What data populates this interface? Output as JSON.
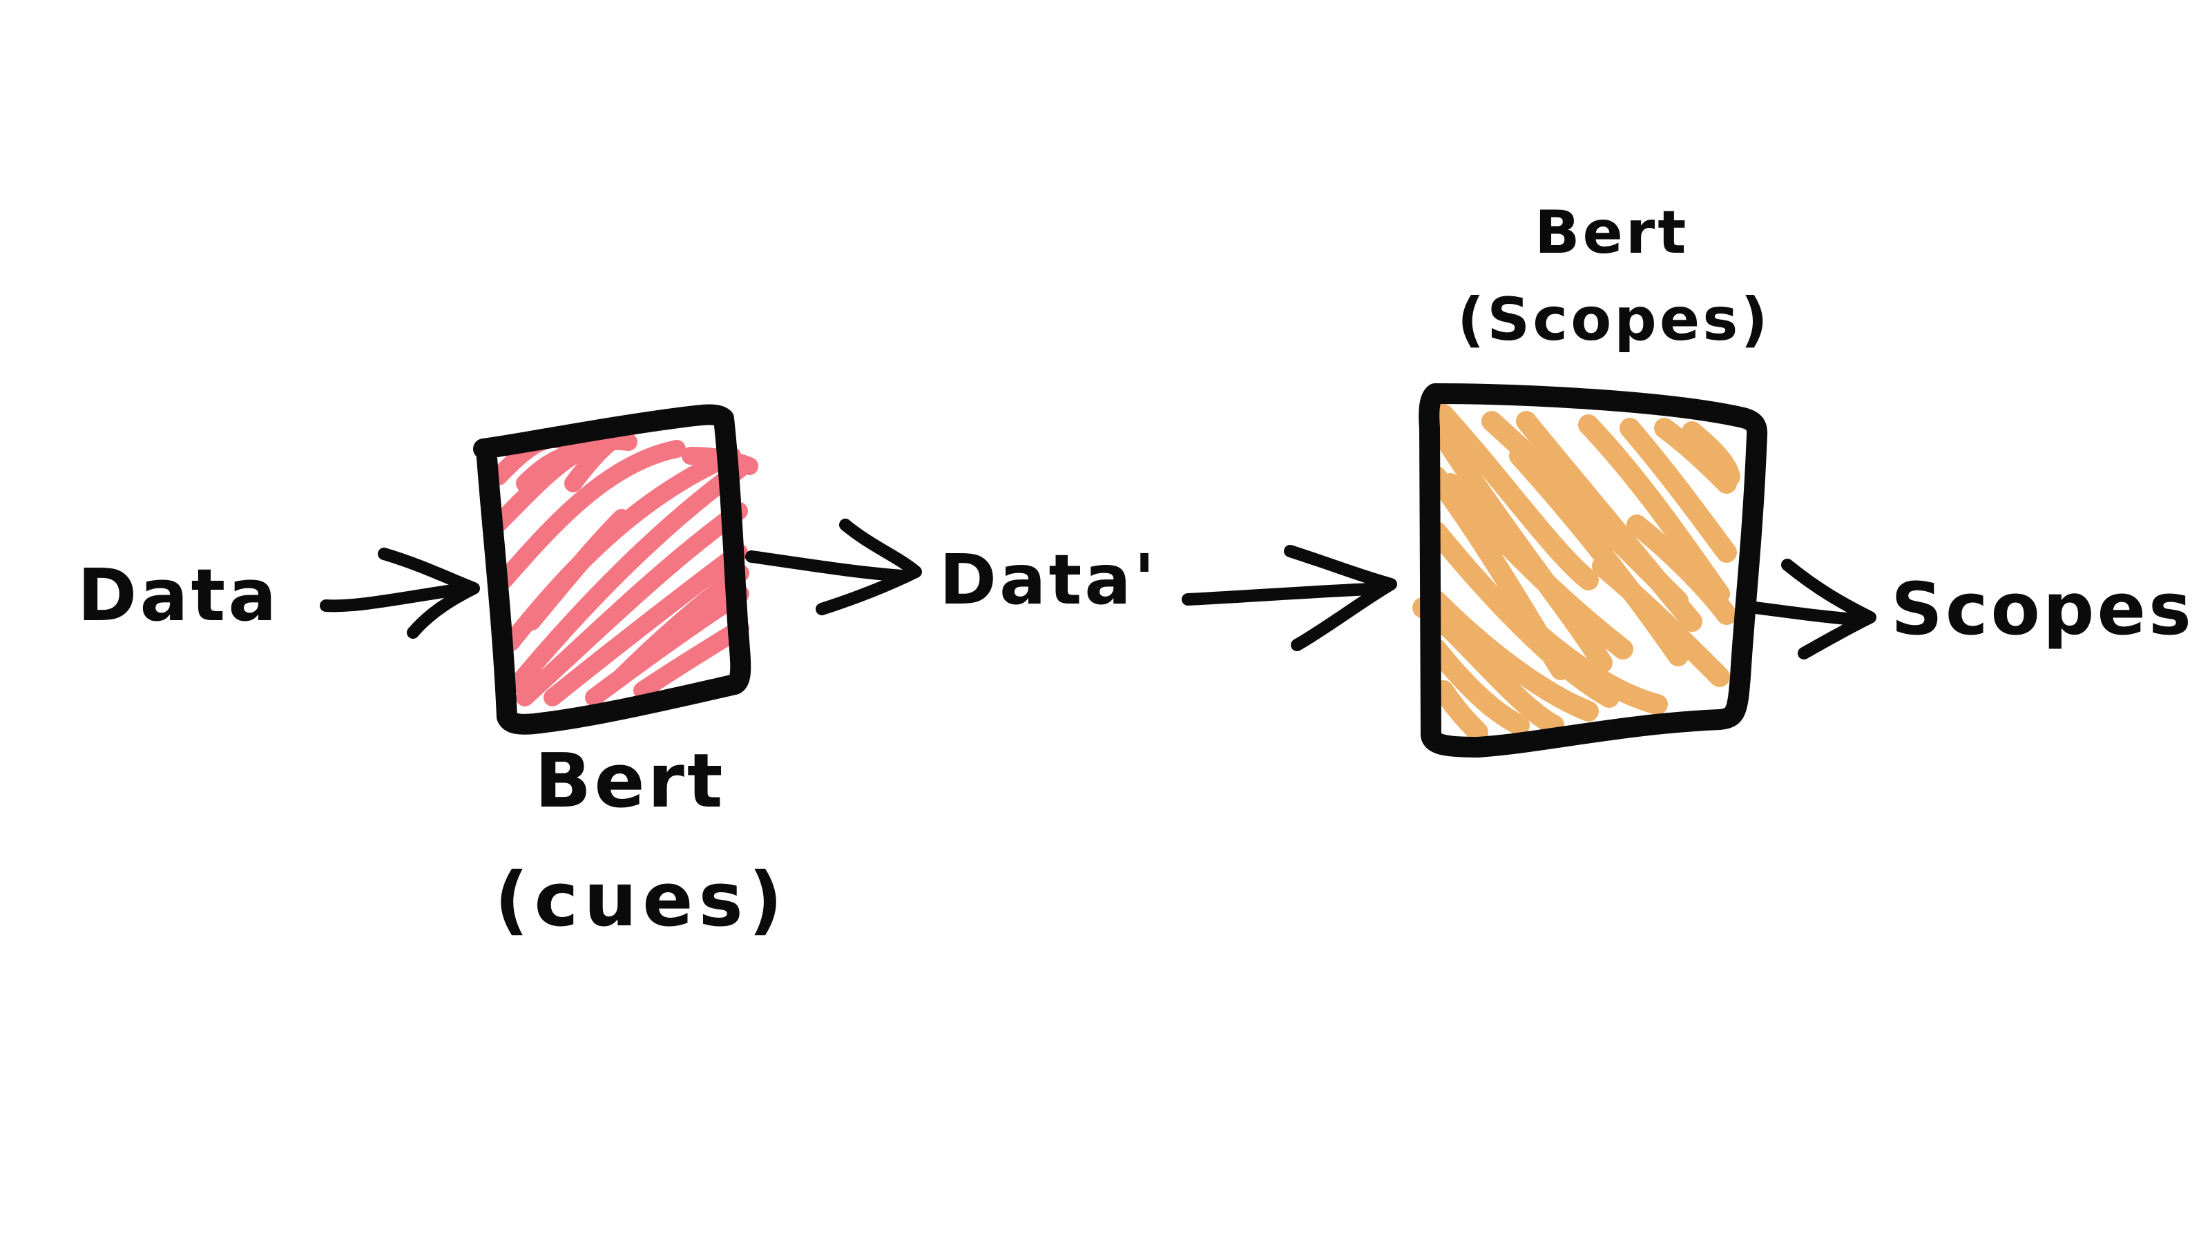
{
  "diagram": {
    "input_label": "Data",
    "intermediate_label": "Data'",
    "output_label": "Scopes",
    "cue_model": {
      "title": "Bert",
      "subtitle": "(cues)",
      "fill_color": "#f47682"
    },
    "scope_model": {
      "title": "Bert",
      "subtitle": "(Scopes)",
      "fill_color": "#eeb066"
    },
    "stroke_color": "#0b0b0b"
  }
}
